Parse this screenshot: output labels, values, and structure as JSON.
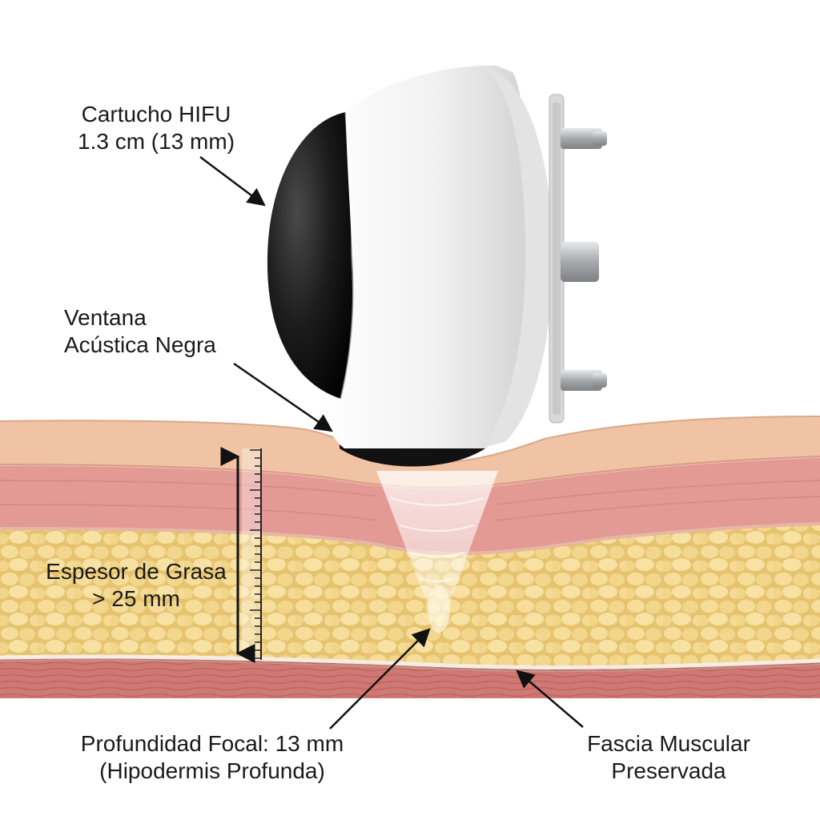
{
  "labels": {
    "cartridge": {
      "line1": "Cartucho HIFU",
      "line2": "1.3 cm (13 mm)"
    },
    "window": {
      "line1": "Ventana",
      "line2": "Acústica Negra"
    },
    "fat_thickness": {
      "line1": "Espesor de Grasa",
      "line2": "> 25 mm"
    },
    "focal_depth": {
      "line1": "Profundidad Focal: 13 mm",
      "line2": "(Hipodermis Profunda)"
    },
    "fascia": {
      "line1": "Fascia Muscular",
      "line2": "Preservada"
    }
  },
  "colors": {
    "epidermis": "#f0c3a4",
    "dermis": "#e49a96",
    "fat": "#ecd38a",
    "fat_lobule": "#f5dd97",
    "fascia": "#efe6dc",
    "muscle": "#d07873",
    "device_body": "#f4f4f4",
    "acoustic_window": "#1c1c1c",
    "pins": "#b9bcbf"
  },
  "icons": {
    "device": "hifu-cartridge-icon",
    "ruler": "ruler-icon",
    "beam": "ultrasound-beam-icon"
  }
}
